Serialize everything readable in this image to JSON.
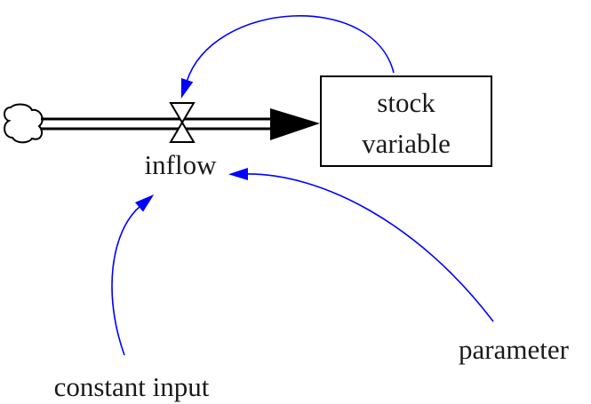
{
  "diagram": {
    "nodes": {
      "stock": {
        "line1": "stock",
        "line2": "variable"
      },
      "inflow": {
        "label": "inflow"
      },
      "constant_input": {
        "label": "constant input"
      },
      "parameter": {
        "label": "parameter"
      }
    },
    "colors": {
      "link": "#0000ff",
      "pipe": "#000000",
      "text": "#1a1a1a",
      "background": "#ffffff"
    },
    "links": [
      {
        "from": "stock",
        "to": "inflow"
      },
      {
        "from": "constant_input",
        "to": "inflow"
      },
      {
        "from": "parameter",
        "to": "inflow"
      }
    ],
    "icons": [
      "cloud-source-icon",
      "valve-icon"
    ]
  }
}
